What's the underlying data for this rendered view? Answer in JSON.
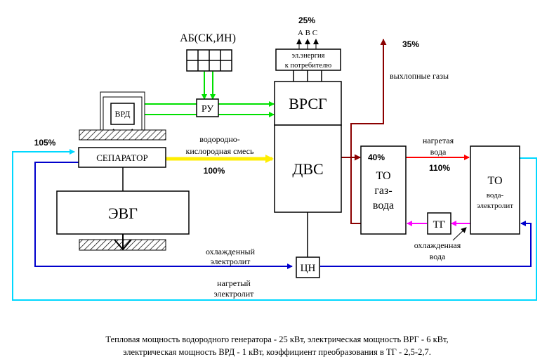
{
  "colors": {
    "green": "#00e000",
    "yellow": "#ffee00",
    "darkred": "#8b0000",
    "red": "#ff0000",
    "magenta": "#ff00ff",
    "blue": "#0000cc",
    "cyan": "#00d8ff",
    "black": "#000000"
  },
  "blocks": {
    "battery": "АБ(СК,ИН)",
    "ru": "РУ",
    "vrd": "ВРД",
    "separator": "СЕПАРАТОР",
    "evg": "ЭВГ",
    "vrsg": "ВРСГ",
    "dvs": "ДВС",
    "consumer_line1": "эл.энергия",
    "consumer_line2": "к потребителю",
    "to1_line1": "ТО",
    "to1_line2": "газ-",
    "to1_line3": "вода",
    "to2_line1": "ТО",
    "to2_line2": "вода-",
    "to2_line3": "электролит",
    "tg": "ТГ",
    "cn": "ЦН"
  },
  "labels": {
    "pct_25": "25%",
    "abc": "А В С",
    "pct_35": "35%",
    "exhaust": "выхлопные газы",
    "pct_105": "105%",
    "mix_line1": "водородно-",
    "mix_line2": "кислородная смесь",
    "pct_100": "100%",
    "pct_40": "40%",
    "heated_water_line1": "нагретая",
    "heated_water_line2": "вода",
    "pct_110": "110%",
    "cooled_water_line1": "охлажденная",
    "cooled_water_line2": "вода",
    "cooled_electrolyte_line1": "охлажденный",
    "cooled_electrolyte_line2": "электролит",
    "heated_electrolyte_line1": "нагретый",
    "heated_electrolyte_line2": "электролит"
  },
  "caption": {
    "line1": "Тепловая мощность водородного генератора - 25 кВт, электрическая мощность ВРГ - 6 кВт,",
    "line2": "электрическая мощность ВРД - 1 кВт, коэффициент преобразования в ТГ - 2,5-2,7."
  }
}
